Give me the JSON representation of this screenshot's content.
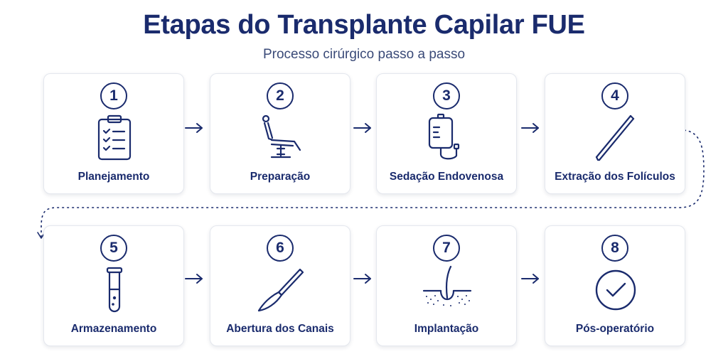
{
  "header": {
    "title": "Etapas do Transplante Capilar FUE",
    "subtitle": "Processo cirúrgico passo a passo"
  },
  "steps": [
    {
      "number": "1",
      "label": "Planejamento",
      "icon": "clipboard-checklist-icon"
    },
    {
      "number": "2",
      "label": "Preparação",
      "icon": "surgical-chair-icon"
    },
    {
      "number": "3",
      "label": "Sedação Endovenosa",
      "icon": "iv-bag-icon"
    },
    {
      "number": "4",
      "label": "Extração dos Folículos",
      "icon": "tweezers-icon"
    },
    {
      "number": "5",
      "label": "Armazenamento",
      "icon": "test-tube-icon"
    },
    {
      "number": "6",
      "label": "Abertura dos Canais",
      "icon": "scalpel-icon"
    },
    {
      "number": "7",
      "label": "Implantação",
      "icon": "hair-follicle-icon"
    },
    {
      "number": "8",
      "label": "Pós-operatório",
      "icon": "check-circle-icon"
    }
  ],
  "colors": {
    "primary": "#1a2b6d",
    "card_border": "#e4e7ee",
    "background": "#ffffff"
  }
}
